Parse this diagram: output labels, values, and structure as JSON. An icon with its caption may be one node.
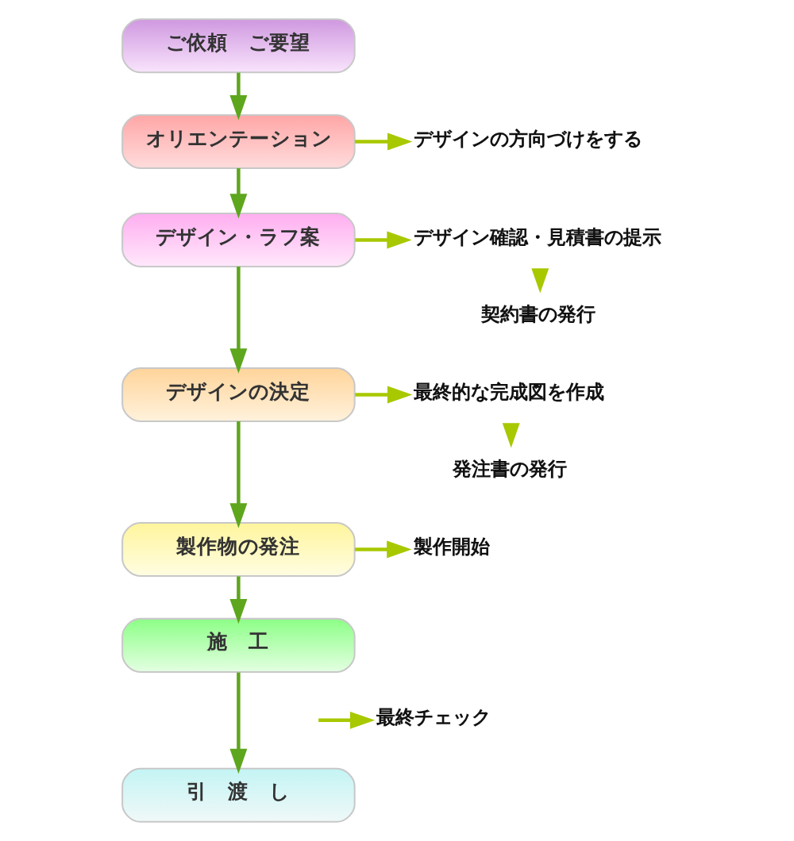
{
  "diagram": {
    "nodes": [
      {
        "text": [
          "ご依頼　ご要望"
        ]
      },
      {
        "text": [
          "オリエンテーション"
        ]
      },
      {
        "text": [
          "デザインの方向づけをする"
        ]
      },
      {
        "text": [
          "デザイン・ラフ案"
        ]
      },
      {
        "text": [
          "デザイン確認・見積書の提示"
        ]
      },
      {
        "text": [
          "契約書の発行"
        ]
      },
      {
        "text": [
          "デザインの決定"
        ]
      },
      {
        "text": [
          "最終的な完成図を作成"
        ]
      },
      {
        "text": [
          "発注書の発行"
        ]
      },
      {
        "text": [
          "製作物の発注"
        ]
      },
      {
        "text": [
          "製作開始"
        ]
      },
      {
        "text": [
          "施　工"
        ]
      },
      {
        "text": [
          "最終チェック"
        ]
      },
      {
        "text": [
          "引　渡　し"
        ]
      }
    ],
    "edges": [
      {
        "from": 0,
        "to": 1,
        "arrow": "to"
      },
      {
        "from": 1,
        "to": 2,
        "arrow": "to",
        "color": "#a8c800"
      },
      {
        "from": 1,
        "to": 3,
        "arrow": "to"
      },
      {
        "from": 3,
        "to": 4,
        "arrow": "to",
        "color": "#a8c800"
      },
      {
        "from": 4,
        "to": 5,
        "arrow": "to",
        "color": "#a8c800"
      },
      {
        "from": 3,
        "to": 6,
        "arrow": "to"
      },
      {
        "from": 6,
        "to": 7,
        "arrow": "to",
        "color": "#a8c800"
      },
      {
        "from": 7,
        "to": 8,
        "arrow": "to",
        "color": "#a8c800"
      },
      {
        "from": 6,
        "to": 9,
        "arrow": "to"
      },
      {
        "from": 9,
        "to": 10,
        "arrow": "to",
        "color": "#a8c800"
      },
      {
        "from": 9,
        "to": 11,
        "arrow": "to"
      },
      {
        "from": null,
        "to": 12,
        "arrow": "to",
        "color": "#a8c800"
      },
      {
        "from": 11,
        "to": 13,
        "arrow": "to"
      }
    ]
  }
}
